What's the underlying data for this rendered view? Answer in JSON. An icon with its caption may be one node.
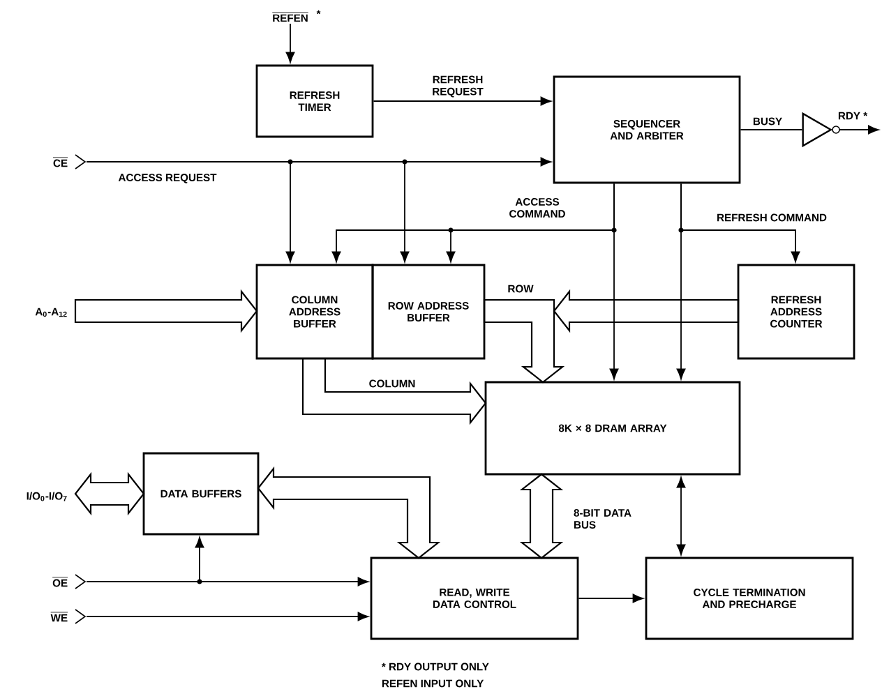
{
  "diagram": {
    "nodes": [
      {
        "text": [
          "REFEN"
        ],
        "beside": [
          "*"
        ]
      },
      {
        "text": [
          "REFRESH TIMER"
        ]
      },
      {
        "text": [
          "SEQUENCER AND ARBITER"
        ]
      },
      {
        "text": [],
        "shape": "triangle"
      },
      {
        "text": [
          "CE"
        ]
      },
      {
        "text": [
          "A$_{0}$-A$_{12}$"
        ]
      },
      {
        "text": [
          "COLUMN ADDRESS BUFFER"
        ]
      },
      {
        "text": [
          "ROW ADDRESS BUFFER"
        ]
      },
      {
        "text": [
          "REFRESH ADDRESS COUNTER"
        ]
      },
      {
        "text": [
          "8K × 8 DRAM ARRAY"
        ]
      },
      {
        "text": [
          "I/O$_{0}$-I/O$_{7}$"
        ]
      },
      {
        "text": [
          "DATA BUFFERS"
        ]
      },
      {
        "text": [
          "OE"
        ]
      },
      {
        "text": [
          "WE"
        ]
      },
      {
        "text": [
          "READ, WRITE DATA CONTROL"
        ]
      },
      {
        "text": [
          "CYCLE TERMINATION AND PRECHARGE"
        ]
      }
    ],
    "edges": [
      {
        "from": 0,
        "to": 1,
        "arrow": "to"
      },
      {
        "from": 1,
        "to": 2,
        "arrow": "to",
        "label": "REFRESH REQUEST"
      },
      {
        "from": 2,
        "to": 3,
        "arrow": "none",
        "label": "BUSY"
      },
      {
        "from": 3,
        "to": null,
        "arrow": "to",
        "label": "RDY *"
      },
      {
        "from": 4,
        "to": 2,
        "arrow": "to",
        "label": "ACCESS REQUEST"
      },
      {
        "from": 4,
        "to": 6,
        "arrow": "to"
      },
      {
        "from": 4,
        "to": 7,
        "arrow": "to"
      },
      {
        "from": 2,
        "to": 6,
        "arrow": "to",
        "label": "ACCESS COMMAND"
      },
      {
        "from": 2,
        "to": 7,
        "arrow": "to"
      },
      {
        "from": 2,
        "to": 9,
        "arrow": "to"
      },
      {
        "from": 2,
        "to": 8,
        "arrow": "to",
        "label": "REFRESH COMMAND"
      },
      {
        "from": 2,
        "to": 9,
        "arrow": "to"
      },
      {
        "from": 5,
        "to": 6,
        "arrow": "to",
        "style": "thick"
      },
      {
        "from": 7,
        "to": 9,
        "arrow": "to",
        "style": "thick",
        "label": "ROW"
      },
      {
        "from": 8,
        "to": 9,
        "arrow": "to",
        "style": "thick"
      },
      {
        "from": 6,
        "to": 9,
        "arrow": "to",
        "style": "thick",
        "label": "COLUMN"
      },
      {
        "from": 10,
        "to": 11,
        "arrow": "both",
        "style": "thick"
      },
      {
        "from": 11,
        "to": 14,
        "arrow": "both",
        "style": "thick"
      },
      {
        "from": 9,
        "to": 14,
        "arrow": "both",
        "style": "thick",
        "label": "8-BIT DATA BUS"
      },
      {
        "from": 9,
        "to": 15,
        "arrow": "both"
      },
      {
        "from": 12,
        "to": 11,
        "arrow": "to"
      },
      {
        "from": 12,
        "to": 14,
        "arrow": "to"
      },
      {
        "from": 13,
        "to": 14,
        "arrow": "to"
      },
      {
        "from": 14,
        "to": 15,
        "arrow": "to"
      }
    ],
    "labels": [
      "* RDY OUTPUT ONLY",
      "REFEN INPUT ONLY"
    ]
  }
}
